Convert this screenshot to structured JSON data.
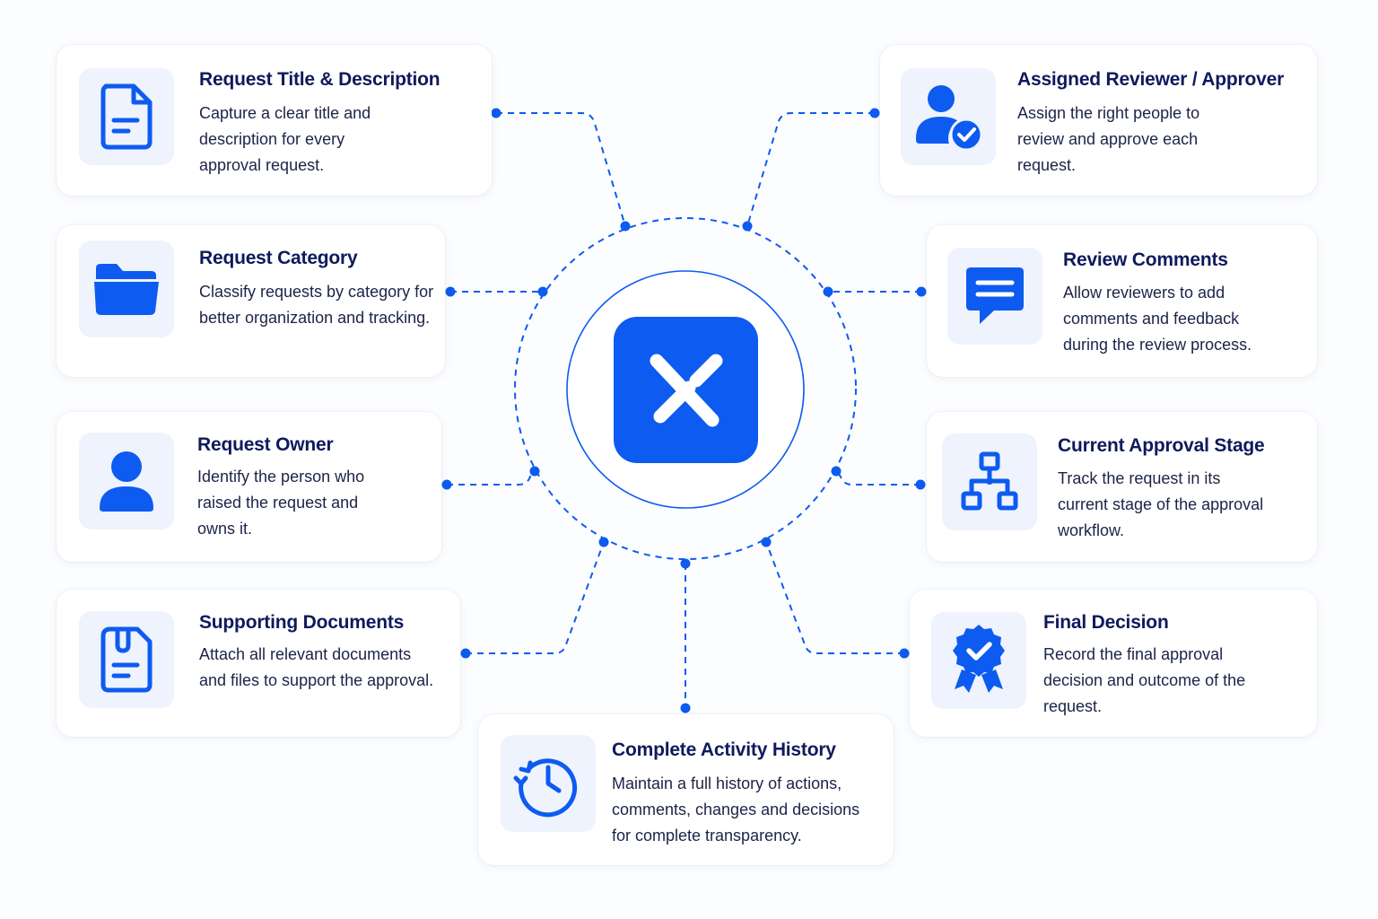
{
  "colors": {
    "accent": "#0d5bf0",
    "title": "#0e1a5c",
    "text": "#1c2348",
    "icon_bg": "#eef3fd",
    "background": "#fcfdfe"
  },
  "hub": {
    "icon": "x-logo-icon"
  },
  "cards": {
    "request_title": {
      "icon": "document-icon",
      "title": "Request Title & Description",
      "description": "Capture a clear title and description for every approval request."
    },
    "request_category": {
      "icon": "folder-icon",
      "title": "Request Category",
      "description": "Classify requests by category for better organization and tracking."
    },
    "request_owner": {
      "icon": "person-icon",
      "title": "Request Owner",
      "description": "Identify the person who raised the request and owns it."
    },
    "supporting_documents": {
      "icon": "attachment-document-icon",
      "title": "Supporting Documents",
      "description": "Attach all relevant documents and files to support the approval."
    },
    "assigned_reviewer": {
      "icon": "user-check-icon",
      "title": "Assigned Reviewer / Approver",
      "description": "Assign the right people to review and approve each request."
    },
    "review_comments": {
      "icon": "comment-icon",
      "title": "Review Comments",
      "description": "Allow reviewers to add comments and feedback during the review process."
    },
    "approval_stage": {
      "icon": "workflow-icon",
      "title": "Current Approval Stage",
      "description": "Track the request in its current stage of the approval workflow."
    },
    "final_decision": {
      "icon": "badge-check-icon",
      "title": "Final Decision",
      "description": "Record the final approval decision and outcome of the request."
    },
    "activity_history": {
      "icon": "history-clock-icon",
      "title": "Complete Activity History",
      "description": "Maintain a full history of actions, comments, changes and decisions for complete transparency."
    }
  }
}
